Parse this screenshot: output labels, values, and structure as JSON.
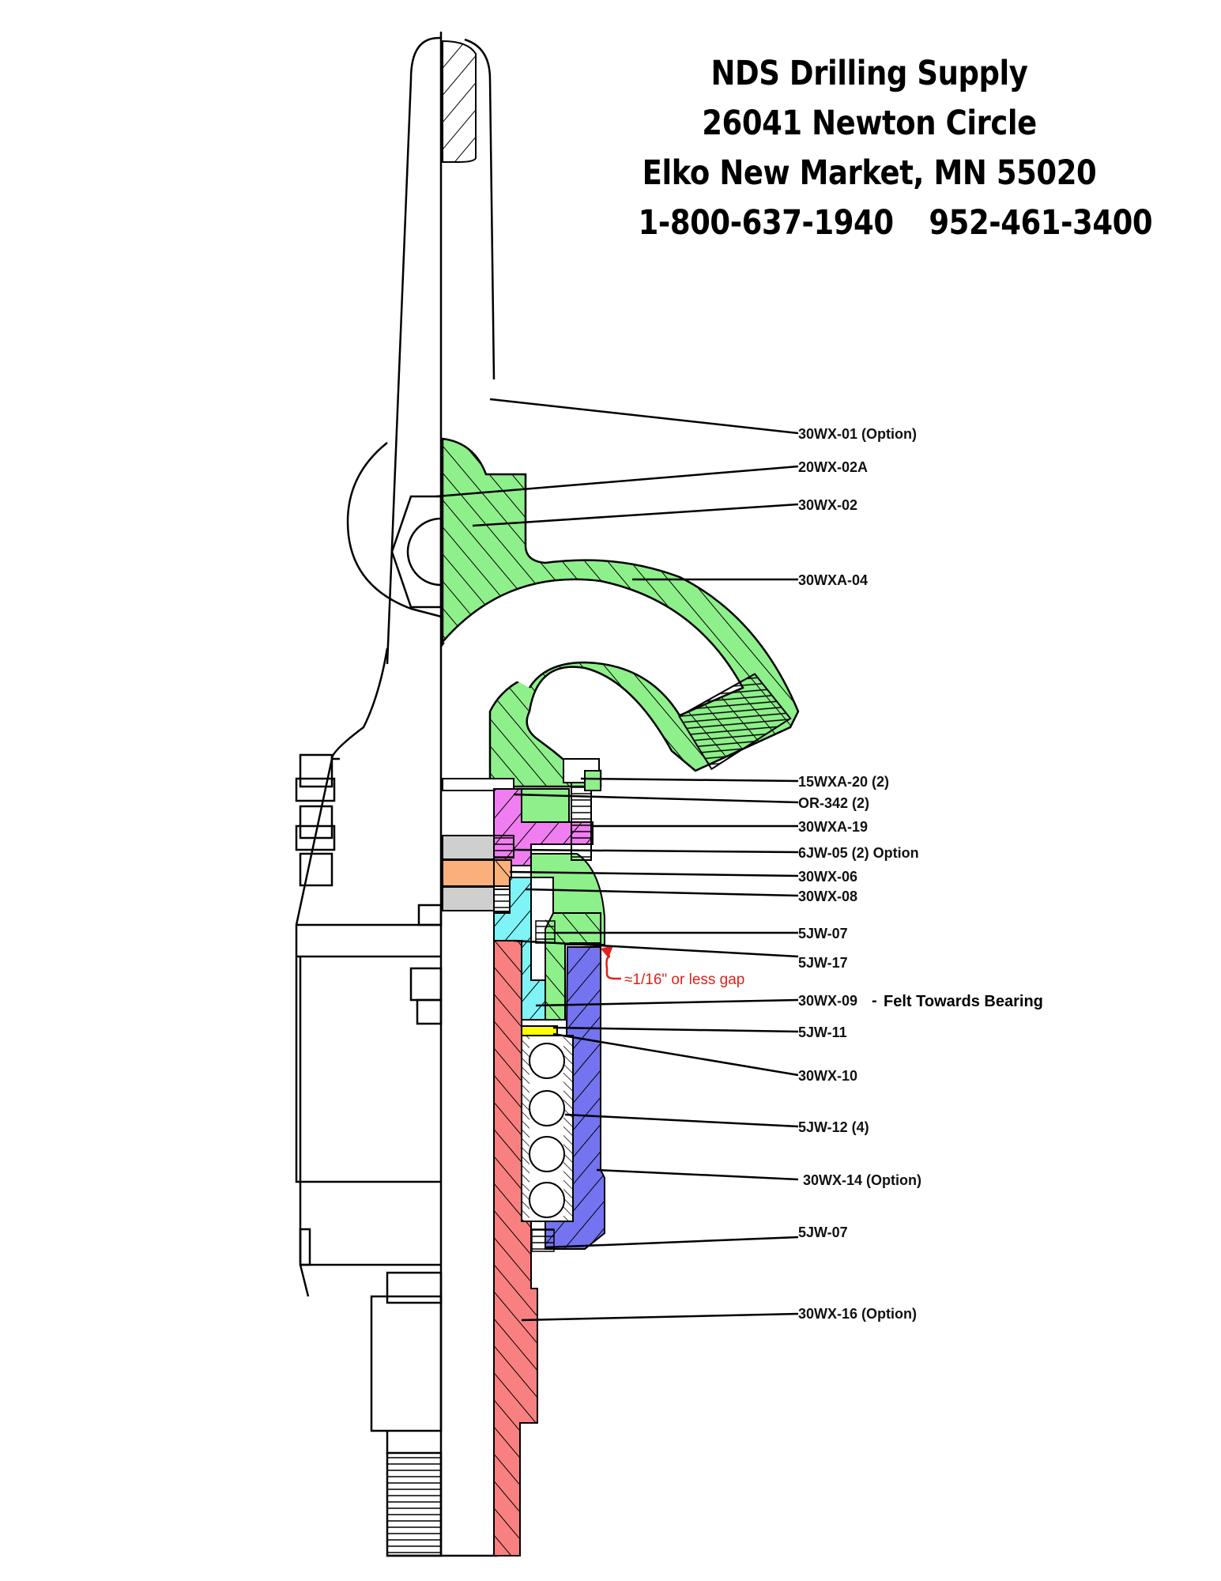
{
  "header": {
    "company": "NDS Drilling Supply",
    "street": "26041 Newton Circle",
    "city": "Elko New Market, MN 55020",
    "phone_tollfree": "1-800-637-1940",
    "phone_local": "952-461-3400"
  },
  "parts": [
    {
      "id": "30WX-01",
      "label": "30WX-01 (Option)"
    },
    {
      "id": "20WX-02A",
      "label": "20WX-02A"
    },
    {
      "id": "30WX-02",
      "label": "30WX-02"
    },
    {
      "id": "30WXA-04",
      "label": "30WXA-04"
    },
    {
      "id": "15WXA-20",
      "label": "15WXA-20 (2)"
    },
    {
      "id": "OR-342",
      "label": "OR-342 (2)"
    },
    {
      "id": "30WXA-19",
      "label": "30WXA-19"
    },
    {
      "id": "6JW-05",
      "label": "6JW-05 (2)  Option"
    },
    {
      "id": "30WX-06",
      "label": "30WX-06"
    },
    {
      "id": "30WX-08",
      "label": "30WX-08"
    },
    {
      "id": "5JW-07-top",
      "label": "5JW-07"
    },
    {
      "id": "5JW-17",
      "label": "5JW-17"
    },
    {
      "id": "30WX-09",
      "label": "30WX-09"
    },
    {
      "id": "5JW-11",
      "label": "5JW-11"
    },
    {
      "id": "30WX-10",
      "label": "30WX-10"
    },
    {
      "id": "5JW-12",
      "label": "5JW-12 (4)"
    },
    {
      "id": "30WX-14",
      "label": "30WX-14  (Option)"
    },
    {
      "id": "5JW-07-bottom",
      "label": "5JW-07"
    },
    {
      "id": "30WX-16",
      "label": "30WX-16  (Option)"
    }
  ],
  "notes": {
    "gap": "≈1/16\" or less gap",
    "felt_dash": "-",
    "felt": "Felt Towards Bearing"
  },
  "colors": {
    "green": "#8ef08a",
    "magenta": "#f07ef0",
    "orange": "#fbb07c",
    "gray": "#cfcfcf",
    "cyan": "#7ff3f6",
    "red": "#f98080",
    "blue": "#7474f0",
    "yellow": "#ffff00",
    "note_red": "#e0201a"
  }
}
